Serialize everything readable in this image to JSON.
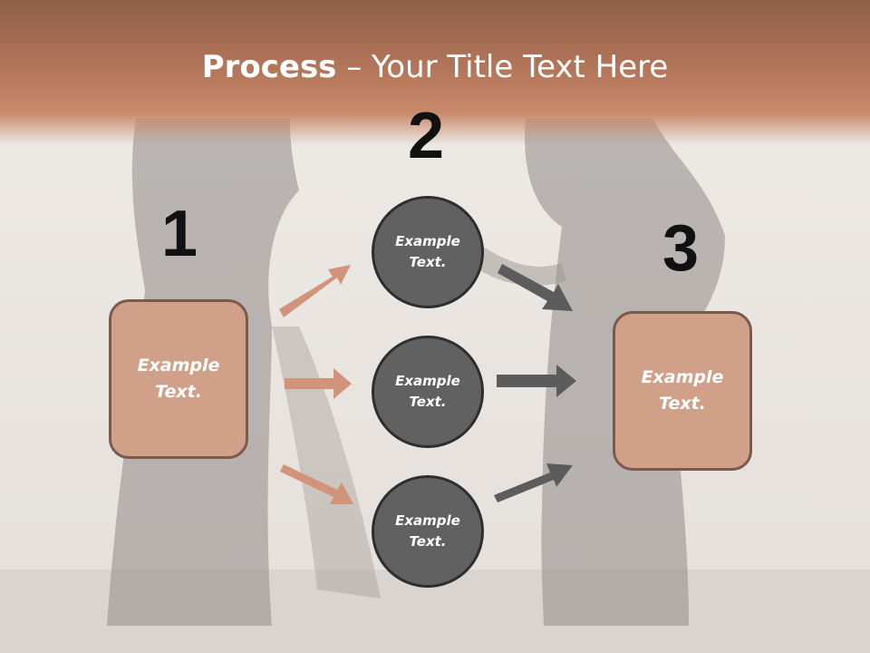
{
  "slide": {
    "title_bold": "Process",
    "title_rest": " – Your Title Text Here"
  },
  "steps": {
    "one": "1",
    "two": "2",
    "three": "3"
  },
  "left_box": {
    "text": "Example Text."
  },
  "right_box": {
    "text": "Example Text."
  },
  "circles": [
    {
      "text": "Example Text."
    },
    {
      "text": "Example Text."
    },
    {
      "text": "Example Text."
    }
  ],
  "colors": {
    "title_band": "#b97a5d",
    "box_fill": "#d1a088",
    "box_border": "#7b5a4e",
    "circle_fill": "#616161",
    "circle_border": "#2e2e2e",
    "left_arrow": "#d1947a",
    "right_arrow": "#5c5c5c"
  }
}
